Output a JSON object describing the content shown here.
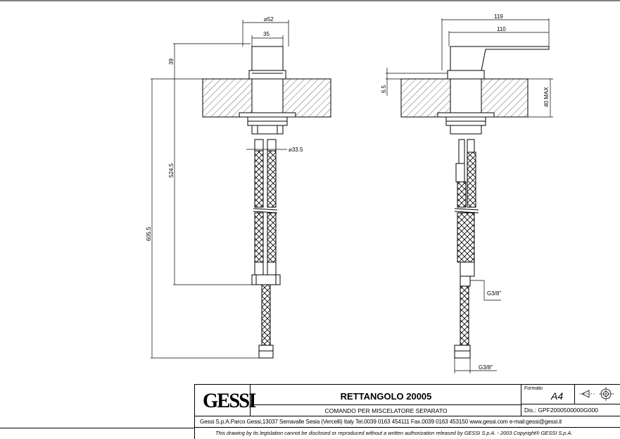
{
  "dimensions": {
    "d52": "52",
    "w35": "35",
    "h39": "39",
    "l524": "524.5",
    "l605": "605.5",
    "d33": "33.5",
    "w119": "119",
    "w110": "110",
    "h6": "6.5",
    "max40": "40 MAX",
    "g38a": "G3/8\"",
    "g38b": "G3/8\""
  },
  "title_block": {
    "logo_text": "GESSI",
    "product_title": "RETTANGOLO 20005",
    "product_subtitle": "COMANDO PER MISCELATORE SEPARATO",
    "formato_label": "Formato",
    "formato_value": "A4",
    "drawing_number": "Dis.: GPF2000500000G000",
    "company_line": "Gessi S.p.A.Parco Gessi,13037 Serravalle Sesia (Vercelli) Italy Tel.0039 0163 454111 Fax.0039 0163 453150 www.gessi.com e-mail:gessi@gessi.it",
    "copyright_line": "This drawing by its legislation cannot be disclosed or reproduced without a written authorization released by GESSI S.p.A. - 2003 Copyright® GESSI S.p.A."
  }
}
